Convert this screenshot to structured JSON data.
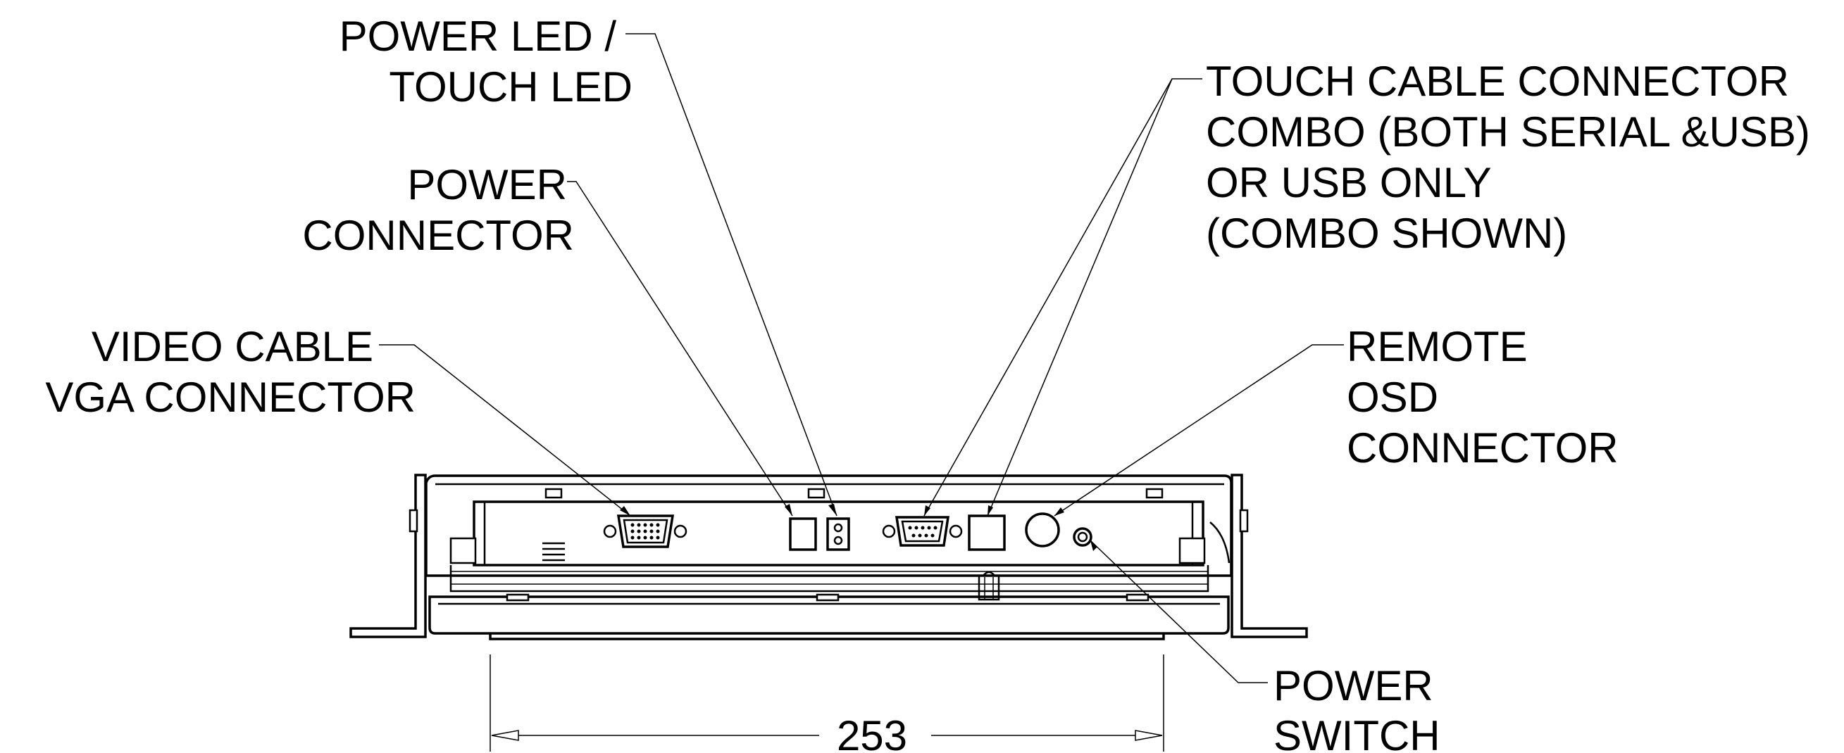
{
  "labels": {
    "power_led": [
      "POWER LED /",
      "TOUCH LED"
    ],
    "power_connector": [
      "POWER",
      "CONNECTOR"
    ],
    "video_cable": [
      "VIDEO CABLE",
      "VGA CONNECTOR"
    ],
    "touch_cable": [
      "TOUCH CABLE CONNECTOR",
      "COMBO (BOTH SERIAL &USB)",
      "OR USB ONLY",
      "(COMBO SHOWN)"
    ],
    "remote_osd": [
      "REMOTE",
      "OSD",
      "CONNECTOR"
    ],
    "power_switch": [
      "POWER",
      "SWITCH"
    ]
  },
  "dimension": {
    "width_value": "253"
  }
}
